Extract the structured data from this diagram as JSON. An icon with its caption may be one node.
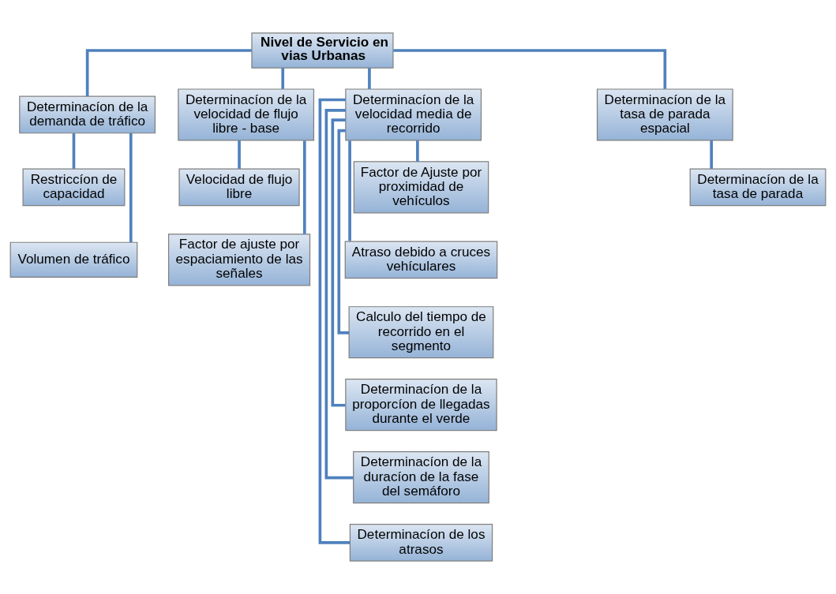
{
  "diagram": {
    "nodes": [
      {
        "text": [
          "Nivel de Servicio en vias Urbanas"
        ]
      },
      {
        "text": [
          "Determinacíon de la demanda de tráfico"
        ]
      },
      {
        "text": [
          "Restriccíon de capacidad"
        ]
      },
      {
        "text": [
          "Volumen de tráfico"
        ]
      },
      {
        "text": [
          "Determinacíon de la velocidad de flujo libre - base"
        ]
      },
      {
        "text": [
          "Velocidad de flujo libre"
        ]
      },
      {
        "text": [
          "Factor de ajuste por espaciamiento de las señales"
        ]
      },
      {
        "text": [
          "Determinacíon de la velocidad media de recorrido"
        ]
      },
      {
        "text": [
          "Factor de Ajuste por proximidad de vehículos"
        ]
      },
      {
        "text": [
          "Atraso debido a cruces vehículares"
        ]
      },
      {
        "text": [
          "Calculo del tiempo de recorrido en el segmento"
        ]
      },
      {
        "text": [
          "Determinacíon de la proporcíon de llegadas durante el verde"
        ]
      },
      {
        "text": [
          "Determinacíon de la duracíon de la fase del semáforo"
        ]
      },
      {
        "text": [
          "Determinacíon de los atrasos"
        ]
      },
      {
        "text": [
          "Determinacíon de la tasa de parada espacial"
        ]
      },
      {
        "text": [
          "Determinacíon de la tasa de parada"
        ]
      }
    ],
    "edges": [
      {
        "from": 0,
        "to": 1,
        "arrow": "none"
      },
      {
        "from": 0,
        "to": 4,
        "arrow": "none"
      },
      {
        "from": 0,
        "to": 7,
        "arrow": "none"
      },
      {
        "from": 0,
        "to": 14,
        "arrow": "none"
      },
      {
        "from": 1,
        "to": 2,
        "arrow": "none"
      },
      {
        "from": 1,
        "to": 3,
        "arrow": "none"
      },
      {
        "from": 4,
        "to": 5,
        "arrow": "none"
      },
      {
        "from": 4,
        "to": 6,
        "arrow": "none"
      },
      {
        "from": 7,
        "to": 8,
        "arrow": "none"
      },
      {
        "from": 7,
        "to": 9,
        "arrow": "none"
      },
      {
        "from": 7,
        "to": 10,
        "arrow": "none"
      },
      {
        "from": 7,
        "to": 11,
        "arrow": "none"
      },
      {
        "from": 7,
        "to": 12,
        "arrow": "none"
      },
      {
        "from": 7,
        "to": 13,
        "arrow": "none"
      },
      {
        "from": 14,
        "to": 15,
        "arrow": "none"
      }
    ]
  }
}
